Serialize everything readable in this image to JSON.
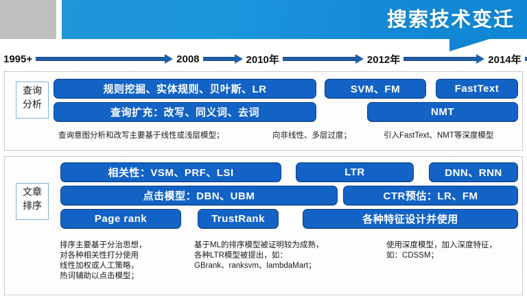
{
  "header": {
    "title": "搜索技术变迁",
    "banner_color": "#1b96dd",
    "block_color": "#bfbfbf"
  },
  "timeline": {
    "years": [
      "1995+",
      "2008",
      "2010年",
      "2012年",
      "2014年"
    ],
    "arrow_color": "#1f5fa9"
  },
  "sections": [
    {
      "id": "query",
      "label_lines": [
        "查询",
        "分析"
      ],
      "rows": [
        {
          "boxes": [
            {
              "text": "规则挖掘、实体规则、贝叶斯、LR"
            },
            {
              "text": "SVM、FM"
            },
            {
              "text": "FastText"
            }
          ]
        },
        {
          "boxes": [
            {
              "text": "查询扩充：改写、同义词、去词"
            },
            {
              "text": "NMT"
            }
          ]
        }
      ],
      "notes": [
        "查询意图分析和改写主要基于线性或浅层模型；",
        "向非线性、多层过度；",
        "引入FastText、NMT等深度模型"
      ]
    },
    {
      "id": "rank",
      "label_lines": [
        "文章",
        "排序"
      ],
      "rows": [
        {
          "boxes": [
            {
              "text": "相关性：VSM、PRF、LSI"
            },
            {
              "text": "LTR"
            },
            {
              "text": "DNN、RNN"
            }
          ]
        },
        {
          "boxes": [
            {
              "text": "点击模型：DBN、UBM"
            },
            {
              "text": "CTR预估：LR、FM"
            }
          ]
        },
        {
          "boxes": [
            {
              "text": "Page rank"
            },
            {
              "text": "TrustRank"
            },
            {
              "text": "各种特征设计并使用"
            }
          ]
        }
      ],
      "notes": [
        "排序主要基于分治思想，\n对各种相关性打分使用\n线性加权或人工策略，\n热词辅助以点击模型；",
        "基于ML的排序模型被证明较为成熟，\n各种LTR模型被提出，如：\nGBrank、ranksvm、lambdaMart；",
        "使用深度模型，加入深度特征，\n如：CDSSM；"
      ]
    }
  ],
  "colors": {
    "box_fill": "#1363c6",
    "box_border": "#0d3f86",
    "label_border": "#7eb3dd",
    "section_border": "#9a9a9a"
  }
}
